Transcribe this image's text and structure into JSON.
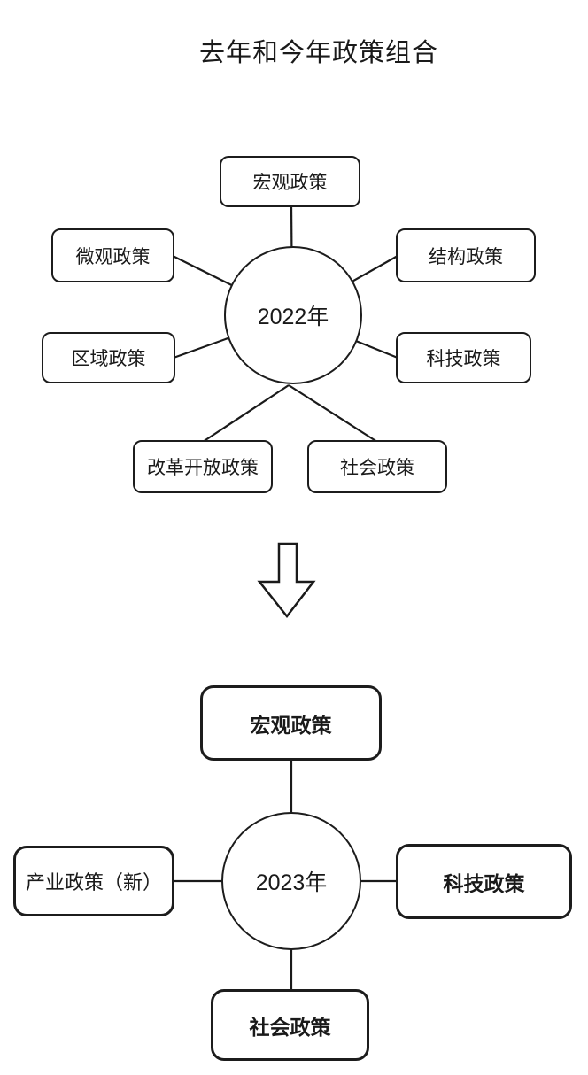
{
  "title": "去年和今年政策组合",
  "colors": {
    "line": "#1a1a1a",
    "box_border": "#1c1c1c",
    "background": "#ffffff",
    "text": "#1a1a1a"
  },
  "diagram_2022": {
    "center_label": "2022年",
    "macro": "宏观政策",
    "micro": "微观政策",
    "structural": "结构政策",
    "regional": "区域政策",
    "tech": "科技政策",
    "reform": "改革开放政策",
    "social": "社会政策"
  },
  "transition_arrow": "down-arrow",
  "diagram_2023": {
    "center_label": "2023年",
    "macro": "宏观政策",
    "industrial": "产业政策（新）",
    "tech": "科技政策",
    "social": "社会政策"
  }
}
